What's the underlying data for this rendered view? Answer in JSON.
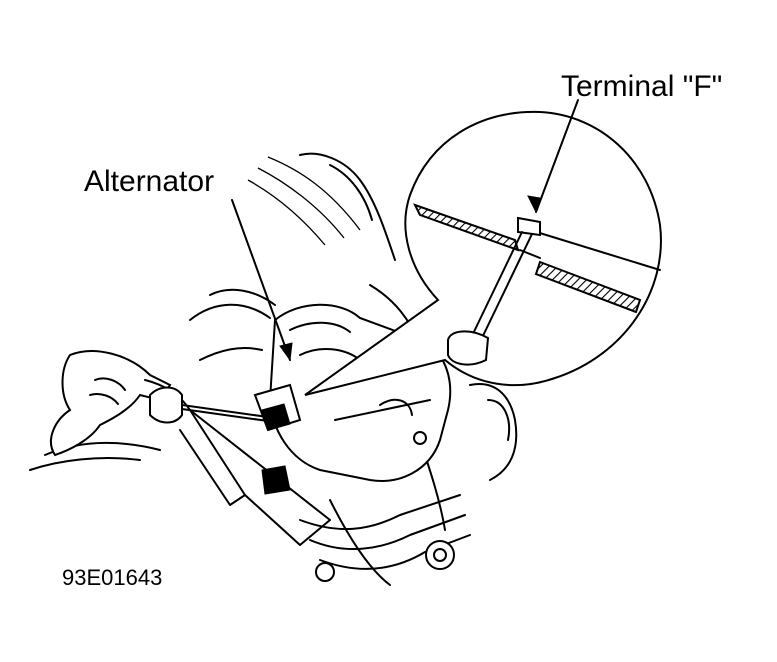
{
  "labels": {
    "terminal_f": "Terminal \"F\"",
    "alternator": "Alternator",
    "figure_code": "93E01643"
  },
  "colors": {
    "ink": "#000000",
    "background": "#ffffff"
  }
}
